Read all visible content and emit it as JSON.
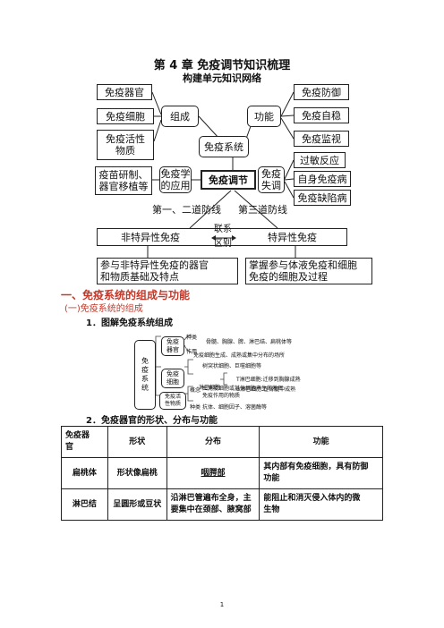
{
  "chapter_title": "第 4 章  免疫调节知识梳理",
  "subtitle": "构建单元知识网络",
  "concept_map": {
    "left_boxes": [
      "免疫器官",
      "免疫细胞",
      "免疫活性\n物质"
    ],
    "zucheng": "组成",
    "center_system": "免疫系统",
    "gongneng": "功能",
    "right_function_boxes": [
      "免疫防御",
      "免疫自稳",
      "免疫监视"
    ],
    "left_bottom": "疫苗研制、\n器官移植等",
    "yingyong": "免疫学\n的应用",
    "center_regulation": "免疫调节",
    "shitiao": "免疫\n失调",
    "right_disorder_boxes": [
      "过敏反应",
      "自身免疫病",
      "免疫缺陷病"
    ],
    "line1": "第一、二道防线",
    "line3": "第三道防线",
    "nonspecific": "非特异性免疫",
    "lianxi": "联系",
    "qubie": "区别",
    "specific": "特异性免疫",
    "bottom_left": "参与非特异性免疫的器官\n和物质基础及特点",
    "bottom_right": "掌握参与体液免疫和细胞\n免疫的细胞及过程"
  },
  "section_one": "一、免疫系统的组成与功能",
  "subsection_one": "(一)免疫系统的组成",
  "item_one": "1．图解免疫系统组成",
  "diagram": {
    "root": "免\n疫\n系\n统",
    "organ": "免疫\n器官",
    "organ_kind_label": "种类",
    "organ_kind": "骨髓、胸腺、脾、淋巴结、扁桃体等",
    "organ_role_label": "作用",
    "organ_role": "免疫细胞生成、成熟或集中分布的场所",
    "cell": "免疫\n细胞",
    "cell_a": "树突状细胞、巨噬细胞等",
    "lymph": "淋巴细胞",
    "t_cell": "T淋巴细胞:迁移到胸腺成熟",
    "b_cell": "B淋巴细胞:在骨髓中成熟",
    "substance": "免疫活\n性物质",
    "concept_label": "概念",
    "concept": "由免疫细胞或其他细胞产生的发挥\n免疫作用的物质",
    "sub_kind_label": "种类",
    "sub_kind": "抗体、细胞因子、溶菌酶等"
  },
  "item_two": "2．免疫器官的形状、分布与功能",
  "table": {
    "headers": [
      "免疫器\n官",
      "形状",
      "分布",
      "功能"
    ],
    "rows": [
      [
        "扁桃体",
        "形状像扁桃",
        "咽腭部",
        "其内部有免疫细胞，具有防御\n功能"
      ],
      [
        "淋巴结",
        "呈圆形或豆状",
        "沿淋巴管遍布全身，主\n要集中在颈部、腋窝部",
        "能阻止和消灭侵入体内的微\n生物"
      ]
    ]
  },
  "page_number": "1"
}
